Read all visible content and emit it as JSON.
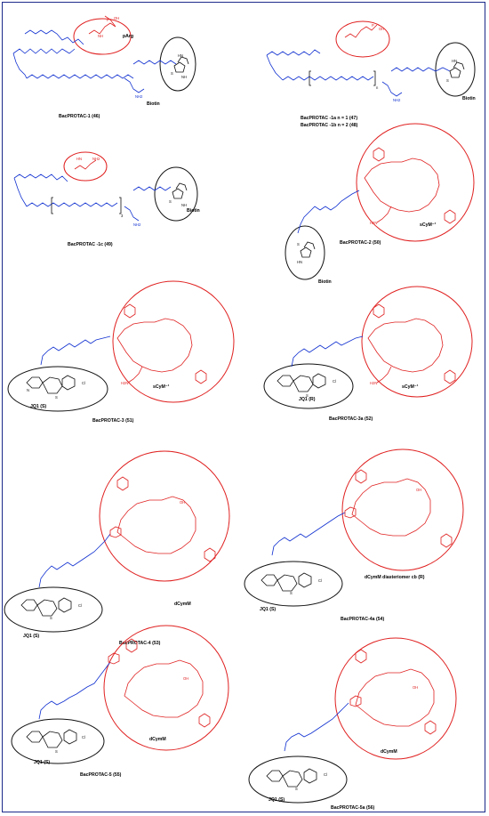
{
  "molecules": [
    {
      "name": "BacPROTAC-1 (46)",
      "tags": [
        "pArg",
        "Biotin"
      ]
    },
    {
      "name": "BacPROTAC -1a  n = 1 (47)",
      "name2": "BacPROTAC -1b  n = 2 (48)",
      "tags": [
        "Biotin"
      ],
      "subscript": "n"
    },
    {
      "name": "BacPROTAC -1c (49)",
      "tags": [
        "Biotin"
      ],
      "subscript": "3"
    },
    {
      "name": "BacPROTAC-2 (50)",
      "tags": [
        "sCyM⁻¹",
        "Biotin"
      ]
    },
    {
      "name": "BacPROTAC-3 (51)",
      "tags": [
        "sCyM⁻¹",
        "JQ1 (S)"
      ]
    },
    {
      "name": "BacPROTAC-3a (52)",
      "tags": [
        "sCyM⁻¹",
        "JQ1 (R)"
      ]
    },
    {
      "name": "BacPROTAC-4 (53)",
      "tags": [
        "dCymM",
        "JQ1 (S)"
      ]
    },
    {
      "name": "BacPROTAC-4a (54)",
      "tags": [
        "dCymM diasteriomer cb (R)",
        "JQ1 (S)"
      ]
    },
    {
      "name": "BacPROTAC-5 (55)",
      "tags": [
        "dCymM",
        "JQ1 (S)"
      ]
    },
    {
      "name": "BacPROTAC-5a (56)",
      "tags": [
        "dCymM",
        "JQ1 (S)"
      ]
    }
  ],
  "atoms": {
    "oh": "OH",
    "p": "P",
    "o": "O",
    "nh": "NH",
    "hn": "HN",
    "nh2": "NH2",
    "h2n": "H2N",
    "n": "N",
    "s": "S",
    "cl": "Cl",
    "h": "H"
  }
}
